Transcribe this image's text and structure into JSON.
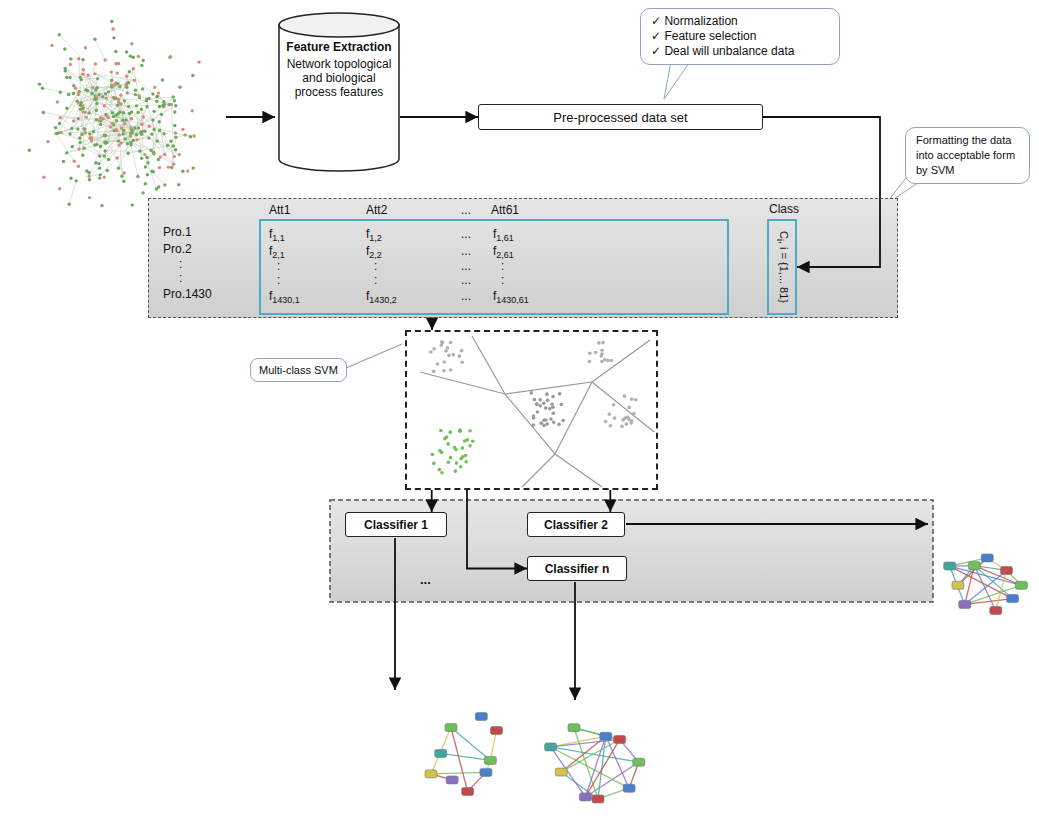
{
  "diagram": {
    "nodes": [
      {
        "text": [
          "Feature Extraction",
          "Network topological and biological process features"
        ]
      },
      {
        "text": [
          "✓ Normalization",
          "✓ Feature selection",
          "✓ Deal will unbalance data"
        ]
      },
      {
        "text": [
          "Pre-processed data set"
        ]
      },
      {
        "text": [
          "Formatting the data into acceptable form by SVM"
        ]
      },
      {
        "text": [
          "Att1",
          "Att2",
          "...",
          "Att61",
          "Class",
          "Pro.1",
          "Pro.2",
          ":",
          ":",
          "Pro.1430"
        ]
      },
      {
        "text": [
          "f1,1",
          "f1,2",
          "...",
          "f1,61",
          "f2,1",
          "f2,2",
          "...",
          "f2,61",
          ":",
          ":",
          "...",
          ":",
          ":",
          ":",
          "...",
          ":",
          "f1430,1",
          "f1430,2",
          "...",
          "f1430,61"
        ],
        "in": 4
      },
      {
        "text": [
          "Ci, i = {1,... 81}"
        ],
        "in": 4
      },
      {
        "text": [
          "Multi-class SVM"
        ]
      },
      {
        "text": [
          "Classifier 1"
        ]
      },
      {
        "text": [
          "Classifier 2"
        ]
      },
      {
        "text": [
          "Classifier n"
        ]
      }
    ],
    "edges": [
      {
        "from": 0,
        "to": 2,
        "arrow": "to"
      },
      {
        "from": 2,
        "to": 6,
        "arrow": "to"
      },
      {
        "from": 4,
        "to": 7,
        "arrow": "to"
      },
      {
        "from": 7,
        "to": 8,
        "arrow": "to"
      },
      {
        "from": 7,
        "to": 9,
        "arrow": "to"
      },
      {
        "from": 7,
        "to": 10,
        "arrow": "to"
      }
    ],
    "labels": [
      "..."
    ]
  }
}
